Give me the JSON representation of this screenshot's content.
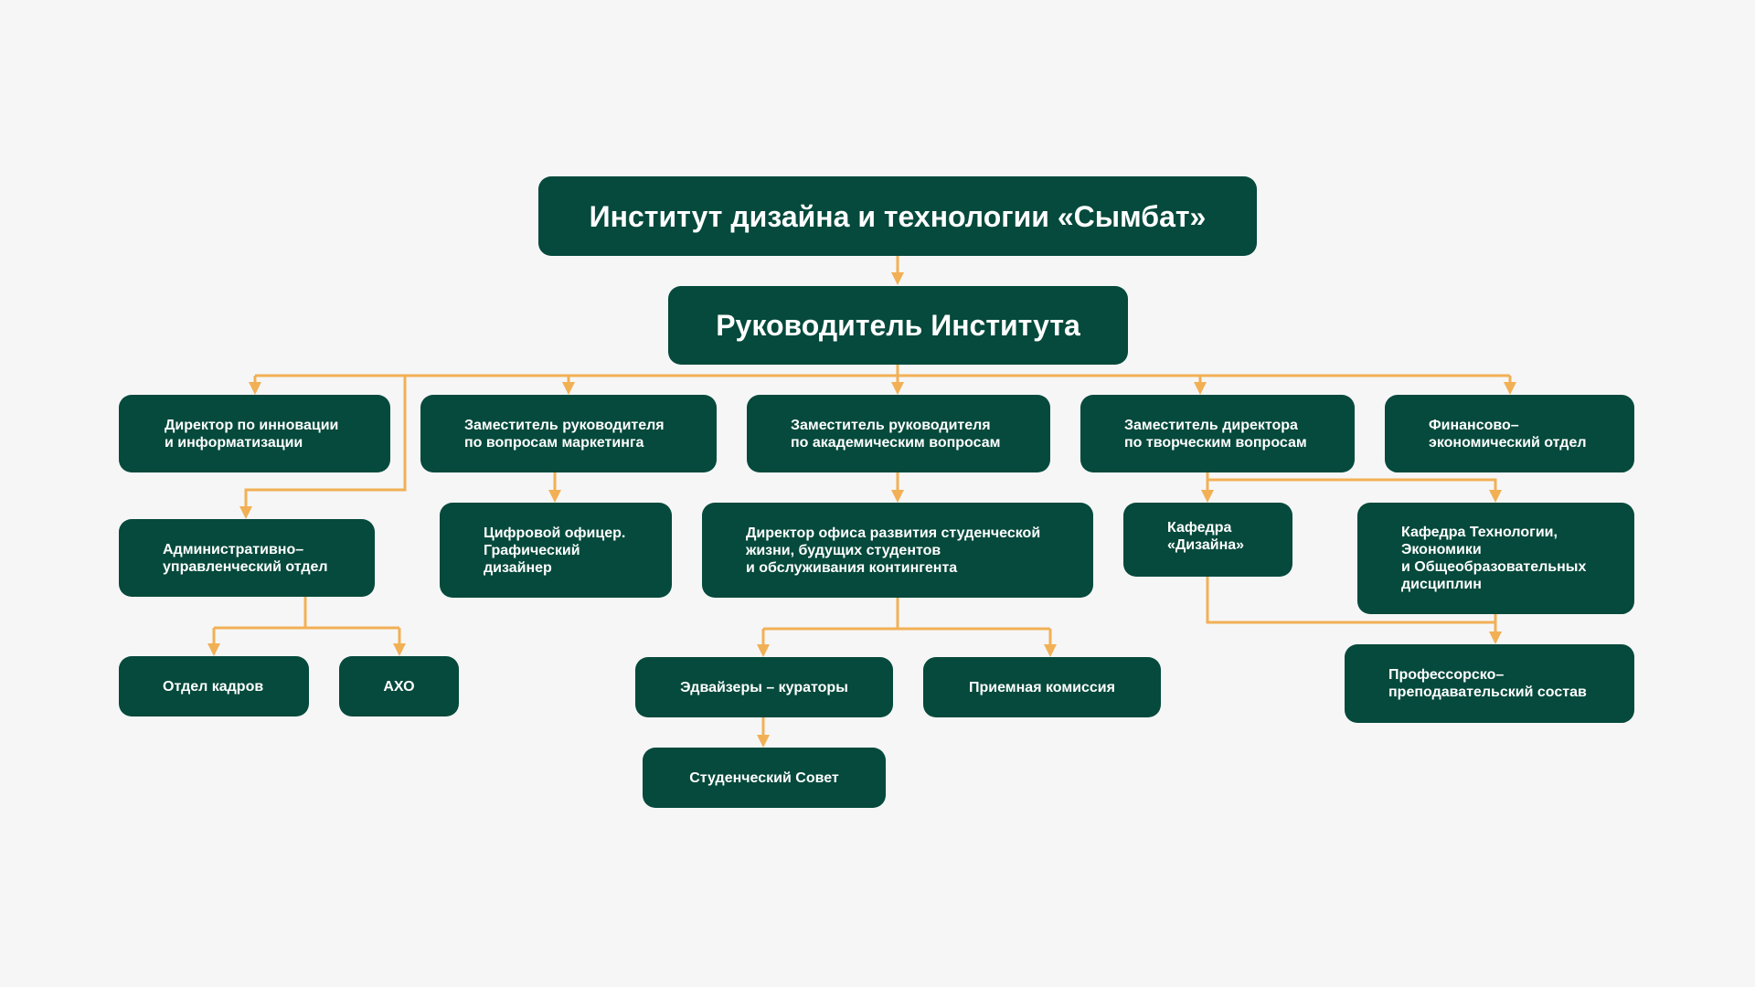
{
  "colors": {
    "box": "#054a3c",
    "connector": "#f2b055",
    "background": "#f6f6f6"
  },
  "title": "Институт дизайна и технологии «Сымбат»",
  "leader": "Руководитель Института",
  "row1": [
    "Директор по инновации\nи  информатизации",
    "Заместитель руководителя\nпо вопросам маркетинга",
    "Заместитель руководителя\nпо академическим вопросам",
    "Заместитель директора\nпо творческим вопросам",
    "Финансово–\nэкономический отдел"
  ],
  "admin": "Административно–\nуправленческий отдел",
  "digital": "Цифровой офицер.\nГрафический\nдизайнер",
  "student_office": "Директор офиса развития студенческой\nжизни, будущих студентов\nи обслуживания контингента",
  "dept_design": "Кафедра\n«Дизайна»",
  "dept_tech": "Кафедра Технологии,\nЭкономики\nи Общеобразовательных\nдисциплин",
  "hr": "Отдел кадров",
  "axo": "АХО",
  "advisors": "Эдвайзеры – кураторы",
  "admission": "Приемная комиссия",
  "faculty": "Профессорско–\nпреподавательский состав",
  "student_council": "Студенческий Совет"
}
